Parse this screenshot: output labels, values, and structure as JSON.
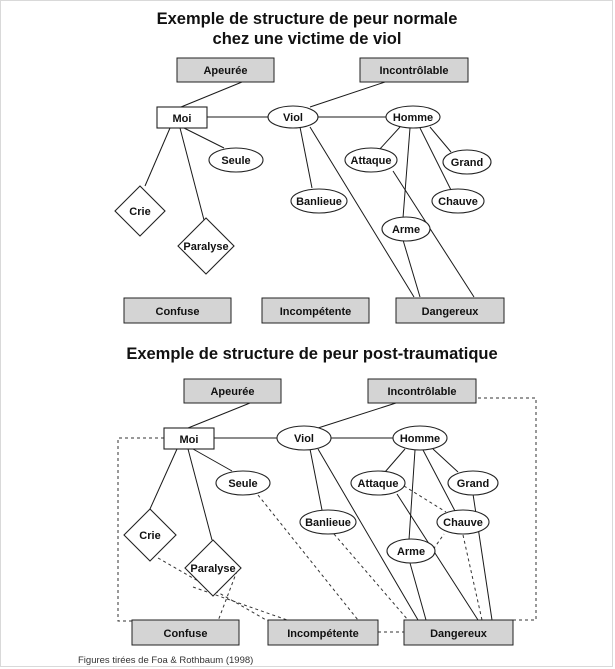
{
  "diagram1": {
    "title_line1": "Exemple de structure de peur normale",
    "title_line2": "chez une victime de viol",
    "nodes": {
      "apeuree": "Apeurée",
      "incontrolable": "Incontrôlable",
      "moi": "Moi",
      "viol": "Viol",
      "homme": "Homme",
      "seule": "Seule",
      "attaque": "Attaque",
      "grand": "Grand",
      "banlieue": "Banlieue",
      "chauve": "Chauve",
      "crie": "Crie",
      "paralyse": "Paralyse",
      "arme": "Arme",
      "confuse": "Confuse",
      "incompetente": "Incompétente",
      "dangereux": "Dangereux"
    }
  },
  "diagram2": {
    "title": "Exemple de structure de peur post-traumatique",
    "nodes": {
      "apeuree": "Apeurée",
      "incontrolable": "Incontrôlable",
      "moi": "Moi",
      "viol": "Viol",
      "homme": "Homme",
      "seule": "Seule",
      "attaque": "Attaque",
      "grand": "Grand",
      "banlieue": "Banlieue",
      "chauve": "Chauve",
      "crie": "Crie",
      "paralyse": "Paralyse",
      "arme": "Arme",
      "confuse": "Confuse",
      "incompetente": "Incompétente",
      "dangereux": "Dangereux"
    }
  },
  "caption": "Figures tirées de Foa & Rothbaum (1998)"
}
